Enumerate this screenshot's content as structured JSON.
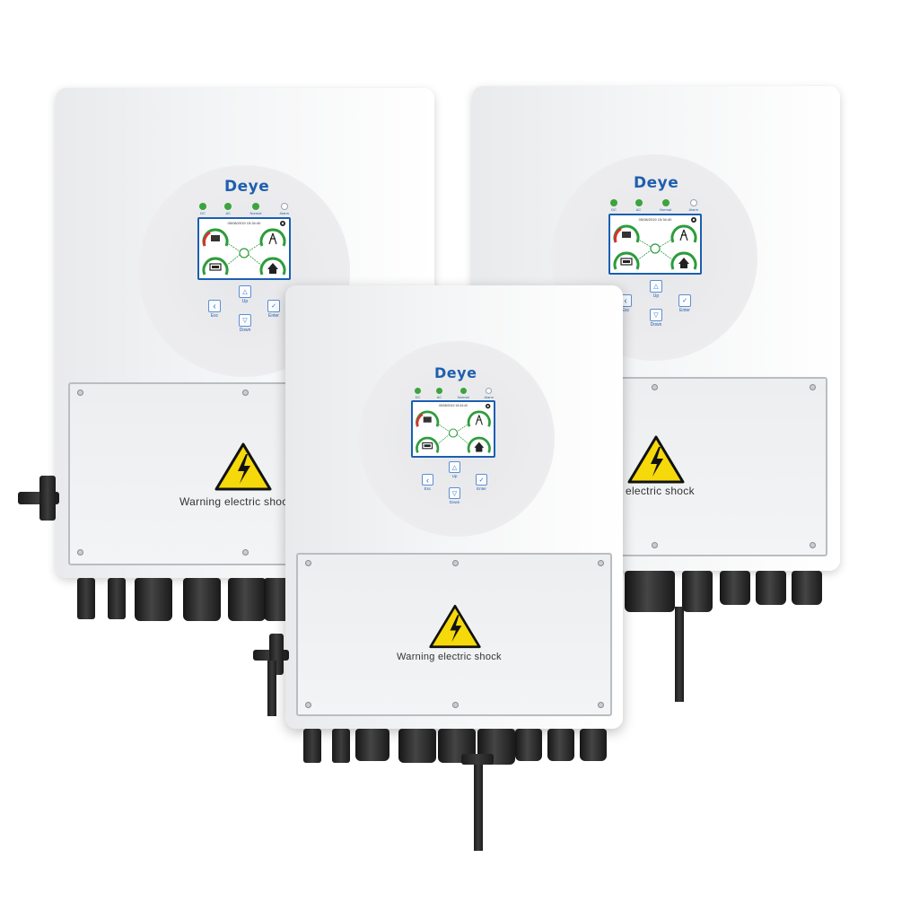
{
  "brand": {
    "logo_text": "Deye",
    "accent": "#1f5fae"
  },
  "indicators": [
    {
      "label": "DC",
      "state": "on"
    },
    {
      "label": "AC",
      "state": "on"
    },
    {
      "label": "Normal",
      "state": "on"
    },
    {
      "label": "Alarm",
      "state": "off"
    }
  ],
  "display": {
    "timestamp": "05/08/2019 15:34:40"
  },
  "keypad": {
    "esc": "Esc",
    "up": "Up",
    "down": "Down",
    "enter": "Enter"
  },
  "cover": {
    "warning_text": "Warning electric shock",
    "warning_color": "#f5d90a"
  },
  "icons": [
    "gear-icon",
    "warning-triangle-icon",
    "arrow-up-icon",
    "arrow-down-icon",
    "arrow-left-icon",
    "enter-icon"
  ]
}
